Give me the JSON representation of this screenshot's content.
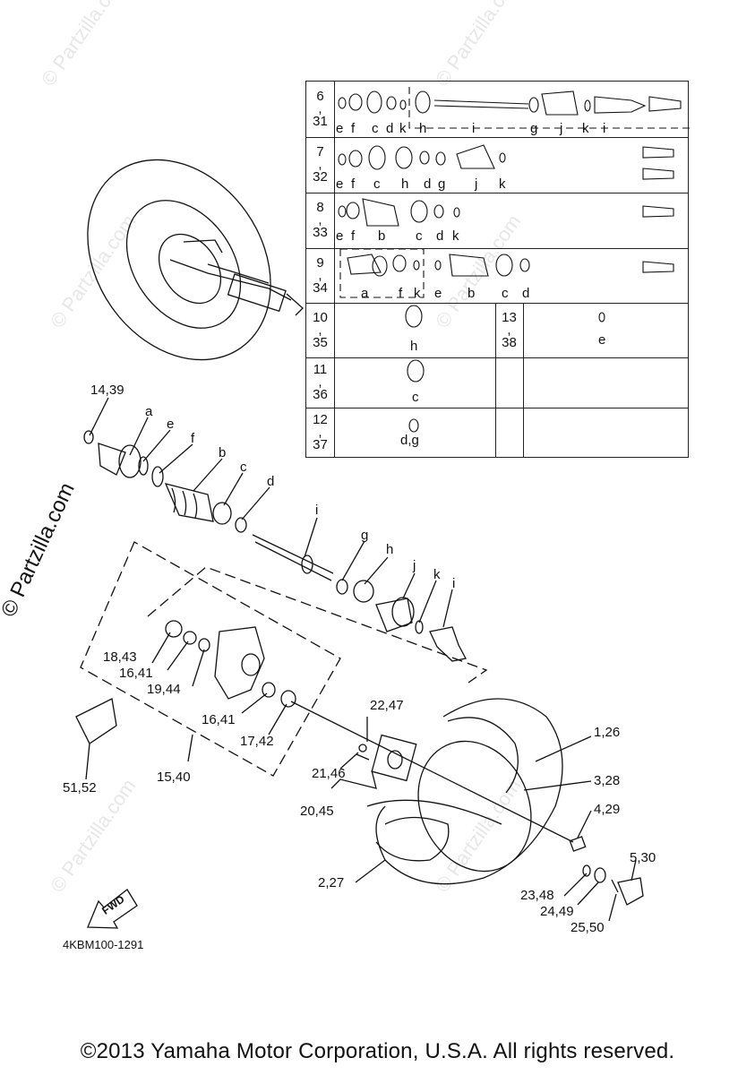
{
  "diagram_code": "4KBM100-1291",
  "copyright": "©2013 Yamaha Motor Corporation, U.S.A. All rights reserved.",
  "side_watermark": "© Partzilla.com",
  "watermark": "© Partzilla.com",
  "fwd_label": "FWD",
  "table": {
    "rows": [
      {
        "id": "6,31",
        "line1": "6",
        "line2": "31",
        "letters": [
          "e",
          "f",
          "c",
          "d",
          "k",
          "h",
          "i",
          "g",
          "j",
          "k",
          "i"
        ]
      },
      {
        "id": "7,32",
        "line1": "7",
        "line2": "32",
        "letters": [
          "e",
          "f",
          "c",
          "h",
          "d",
          "g",
          "j",
          "k"
        ]
      },
      {
        "id": "8,33",
        "line1": "8",
        "line2": "33",
        "letters": [
          "e",
          "f",
          "b",
          "c",
          "d",
          "k"
        ]
      },
      {
        "id": "9,34",
        "line1": "9",
        "line2": "34",
        "letters": [
          "a",
          "f",
          "k",
          "e",
          "b",
          "c",
          "d"
        ]
      },
      {
        "id": "10,35",
        "line1": "10",
        "line2": "35",
        "letters": [
          "h"
        ],
        "right_line1": "13",
        "right_line2": "38",
        "right_letters": [
          "e"
        ]
      },
      {
        "id": "11,36",
        "line1": "11",
        "line2": "36",
        "letters": [
          "c"
        ]
      },
      {
        "id": "12,37",
        "line1": "12",
        "line2": "37",
        "letters": [
          "d,g"
        ]
      }
    ]
  },
  "callouts": {
    "c14_39": "14,39",
    "a": "a",
    "e": "e",
    "f": "f",
    "b": "b",
    "c": "c",
    "d": "d",
    "i": "i",
    "g": "g",
    "h": "h",
    "j": "j",
    "k": "k",
    "i2": "i",
    "c18_43": "18,43",
    "c16_41a": "16,41",
    "c19_44": "19,44",
    "c16_41b": "16,41",
    "c17_42": "17,42",
    "c51_52": "51,52",
    "c15_40": "15,40",
    "c22_47": "22,47",
    "c21_46": "21,46",
    "c20_45": "20,45",
    "c1_26": "1,26",
    "c3_28": "3,28",
    "c4_29": "4,29",
    "c5_30": "5,30",
    "c23_48": "23,48",
    "c24_49": "24,49",
    "c25_50": "25,50",
    "c2_27": "2,27"
  }
}
